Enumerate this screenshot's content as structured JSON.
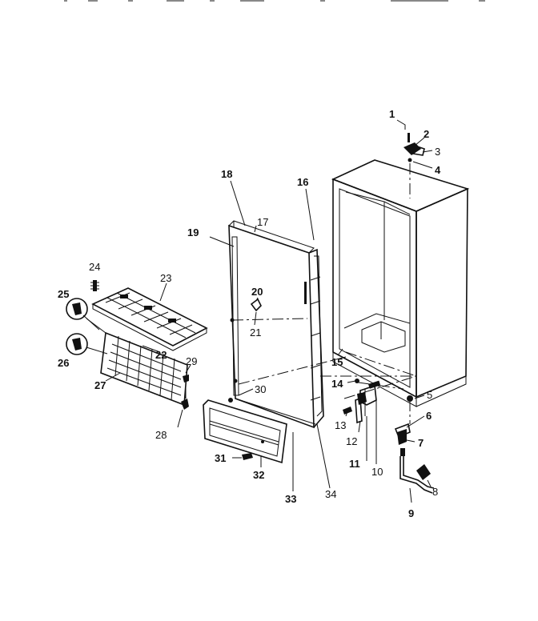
{
  "diagram": {
    "callouts": [
      {
        "id": "c1",
        "text": "1"
      },
      {
        "id": "c2",
        "text": "2"
      },
      {
        "id": "c3",
        "text": "3"
      },
      {
        "id": "c4",
        "text": "4"
      },
      {
        "id": "c5",
        "text": "5"
      },
      {
        "id": "c6",
        "text": "6"
      },
      {
        "id": "c7",
        "text": "7"
      },
      {
        "id": "c8",
        "text": "8"
      },
      {
        "id": "c9",
        "text": "9"
      },
      {
        "id": "c10",
        "text": "10"
      },
      {
        "id": "c11",
        "text": "11"
      },
      {
        "id": "c12",
        "text": "12"
      },
      {
        "id": "c13",
        "text": "13"
      },
      {
        "id": "c14",
        "text": "14"
      },
      {
        "id": "c15",
        "text": "15"
      },
      {
        "id": "c16",
        "text": "16"
      },
      {
        "id": "c17",
        "text": "17"
      },
      {
        "id": "c18",
        "text": "18"
      },
      {
        "id": "c19",
        "text": "19"
      },
      {
        "id": "c20",
        "text": "20"
      },
      {
        "id": "c21",
        "text": "21"
      },
      {
        "id": "c22",
        "text": "22"
      },
      {
        "id": "c23",
        "text": "23"
      },
      {
        "id": "c24",
        "text": "24"
      },
      {
        "id": "c25",
        "text": "25"
      },
      {
        "id": "c26",
        "text": "26"
      },
      {
        "id": "c27",
        "text": "27"
      },
      {
        "id": "c28",
        "text": "28"
      },
      {
        "id": "c29",
        "text": "29"
      },
      {
        "id": "c30",
        "text": "30"
      },
      {
        "id": "c31",
        "text": "31"
      },
      {
        "id": "c32",
        "text": "32"
      },
      {
        "id": "c33",
        "text": "33"
      },
      {
        "id": "c34",
        "text": "34"
      }
    ]
  }
}
